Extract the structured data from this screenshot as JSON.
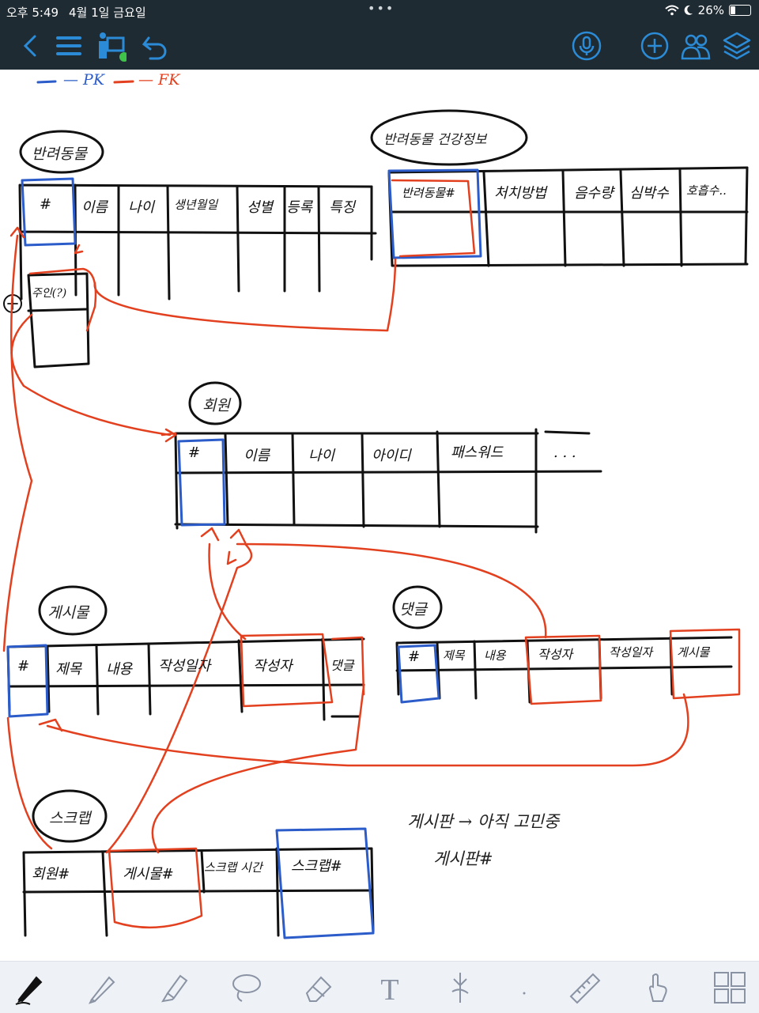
{
  "status_bar": {
    "time": "오후 5:49",
    "date": "4월 1일 금요일",
    "dots": "•••",
    "battery": "26%"
  },
  "toolbar": {
    "icons": [
      "back-icon",
      "list-icon",
      "presenter-icon",
      "undo-icon",
      "microphone-icon",
      "add-icon",
      "collaborators-icon",
      "layers-icon"
    ]
  },
  "colors": {
    "bar": "#1f2b33",
    "accent": "#2b8bd6",
    "pk_ink": "#2b5cc9",
    "fk_ink": "#e2401f",
    "palette_bg": "#eef1f6"
  },
  "legend": {
    "pk": "— PK",
    "fk": "— FK"
  },
  "tables": {
    "pet": {
      "title": "반려동물",
      "columns": [
        "#",
        "이름",
        "나이",
        "생년월일",
        "성별",
        "등록",
        "특징"
      ],
      "extra": "주인(?)"
    },
    "pet_health": {
      "title": "반려동물 건강정보",
      "columns": [
        "반려동물#",
        "처치방법",
        "음수량",
        "심박수",
        "호흡수.."
      ]
    },
    "member": {
      "title": "회원",
      "columns": [
        "#",
        "이름",
        "나이",
        "아이디",
        "패스워드",
        ". . ."
      ]
    },
    "post": {
      "title": "게시물",
      "columns": [
        "#",
        "제목",
        "내용",
        "작성일자",
        "작성자",
        "댓글"
      ]
    },
    "comment": {
      "title": "댓글",
      "columns": [
        "#",
        "제목",
        "내용",
        "작성자",
        "작성일자",
        "게시물"
      ]
    },
    "scrap": {
      "title": "스크랩",
      "columns": [
        "회원#",
        "게시물#",
        "스크랩 시간",
        "스크랩#"
      ]
    }
  },
  "notes": {
    "line1": "게시판 → 아직 고민중",
    "line2": "게시판#"
  },
  "palette": {
    "tools": [
      "pen-tool-icon",
      "pencil-tool-icon",
      "highlighter-tool-icon",
      "lasso-tool-icon",
      "eraser-tool-icon",
      "text-tool-icon",
      "image-tool-icon",
      "shape-tool-icon",
      "ruler-tool-icon",
      "pointer-tool-icon",
      "stickers-tool-icon"
    ],
    "text_tool_glyph": "T"
  }
}
